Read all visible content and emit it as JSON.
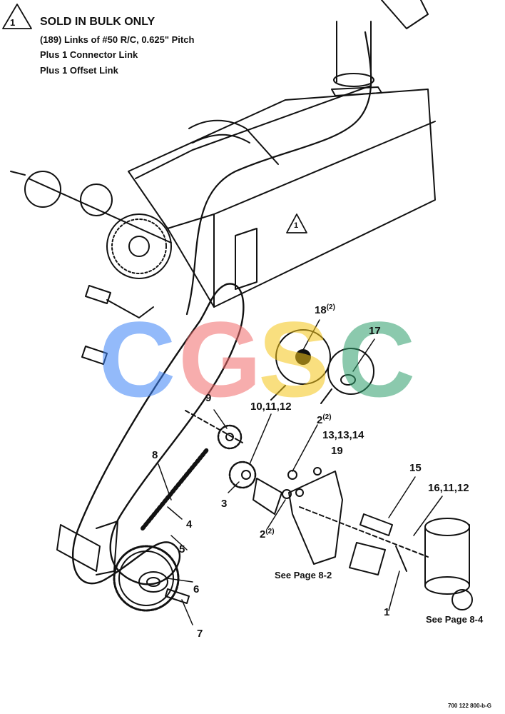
{
  "note": {
    "symbol": "1",
    "heading": "SOLD IN BULK ONLY",
    "lines": [
      "(189) Links of #50 R/C, 0.625\" Pitch",
      "Plus 1 Connector Link",
      "Plus 1 Offset Link"
    ]
  },
  "warning_symbol": "1",
  "callouts": {
    "c18": {
      "num": "18",
      "qty": "(2)"
    },
    "c17": {
      "num": "17",
      "qty": ""
    },
    "c9": {
      "num": "9",
      "qty": ""
    },
    "c10": {
      "num": "10,11,12",
      "qty": ""
    },
    "c2a": {
      "num": "2",
      "qty": "(2)"
    },
    "c13": {
      "num": "13,13,14",
      "qty": ""
    },
    "c19": {
      "num": "19",
      "qty": ""
    },
    "c8": {
      "num": "8",
      "qty": ""
    },
    "c3": {
      "num": "3",
      "qty": ""
    },
    "c2b": {
      "num": "2",
      "qty": "(2)"
    },
    "c15": {
      "num": "15",
      "qty": ""
    },
    "c16": {
      "num": "16,11,12",
      "qty": ""
    },
    "c4": {
      "num": "4",
      "qty": ""
    },
    "c5": {
      "num": "5",
      "qty": ""
    },
    "c6": {
      "num": "6",
      "qty": ""
    },
    "c7": {
      "num": "7",
      "qty": ""
    },
    "c1": {
      "num": "1",
      "qty": ""
    }
  },
  "refs": {
    "page82": "See Page 8-2",
    "page84": "See Page 8-4"
  },
  "watermark": {
    "letters": [
      "C",
      "G",
      "S",
      "C"
    ],
    "colors": [
      "#3b82f6",
      "#f26b6b",
      "#f5c518",
      "#2e9e6b"
    ]
  },
  "drawing_code": "700 122 800-b-G"
}
